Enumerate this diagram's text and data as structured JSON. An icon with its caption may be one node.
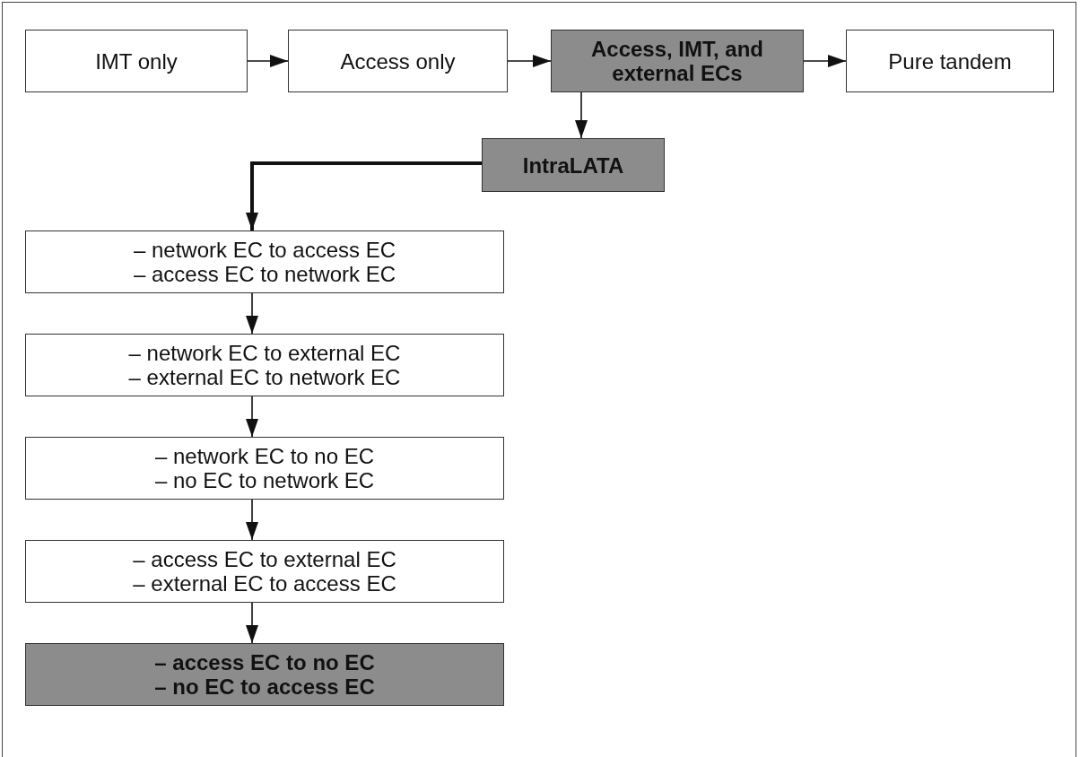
{
  "diagram": {
    "nodes": [
      {
        "text": [
          "IMT only"
        ]
      },
      {
        "text": [
          "Access only"
        ]
      },
      {
        "text": [
          "Access, IMT, and external ECs"
        ]
      },
      {
        "text": [
          "Pure tandem"
        ]
      },
      {
        "text": [
          "IntraLATA"
        ]
      },
      {
        "text": [
          "– network EC to access EC",
          "– access EC to network EC"
        ]
      },
      {
        "text": [
          "– network EC to external EC",
          "– external EC to network EC"
        ]
      },
      {
        "text": [
          "– network EC to no EC",
          "– no EC to network EC"
        ]
      },
      {
        "text": [
          "– access EC to external EC",
          "– external EC to access EC"
        ]
      },
      {
        "text": [
          "– access EC to no EC",
          "– no EC to access EC"
        ]
      }
    ],
    "edges": [
      {
        "from": 0,
        "to": 1,
        "arrow": "to"
      },
      {
        "from": 1,
        "to": 2,
        "arrow": "to"
      },
      {
        "from": 2,
        "to": 3,
        "arrow": "to"
      },
      {
        "from": 2,
        "to": 4,
        "arrow": "to"
      },
      {
        "from": 4,
        "to": 5,
        "arrow": "to",
        "style": "thick"
      },
      {
        "from": 5,
        "to": 6,
        "arrow": "to"
      },
      {
        "from": 6,
        "to": 7,
        "arrow": "to"
      },
      {
        "from": 7,
        "to": 8,
        "arrow": "to"
      },
      {
        "from": 8,
        "to": 9,
        "arrow": "to"
      }
    ]
  }
}
